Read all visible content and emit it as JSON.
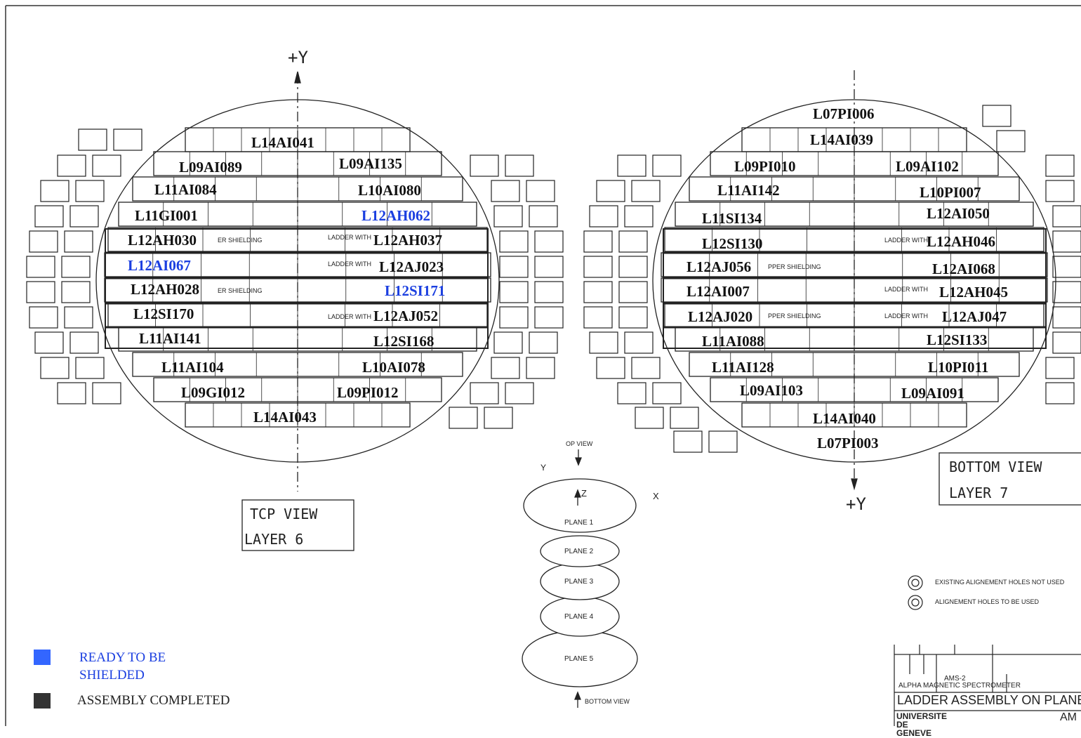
{
  "top_view": {
    "axis_y": "+Y",
    "title_line1": "TCP VIEW",
    "title_line2": "LAYER 6",
    "ladders": [
      {
        "text": "L14AI041",
        "blue": false
      },
      {
        "text": "L09AI089",
        "blue": false
      },
      {
        "text": "L09AI135",
        "blue": false
      },
      {
        "text": "L11AI084",
        "blue": false
      },
      {
        "text": "L10AI080",
        "blue": false
      },
      {
        "text": "L11GI001",
        "blue": false
      },
      {
        "text": "L12AH062",
        "blue": true
      },
      {
        "text": "L12AH030",
        "blue": false
      },
      {
        "text": "L12AH037",
        "blue": false
      },
      {
        "text": "L12AI067",
        "blue": true
      },
      {
        "text": "L12AJ023",
        "blue": false
      },
      {
        "text": "L12AH028",
        "blue": false
      },
      {
        "text": "L12SI171",
        "blue": true
      },
      {
        "text": "L12SI170",
        "blue": false
      },
      {
        "text": "L12AJ052",
        "blue": false
      },
      {
        "text": "L11AI141",
        "blue": false
      },
      {
        "text": "L12SI168",
        "blue": false
      },
      {
        "text": "L11AI104",
        "blue": false
      },
      {
        "text": "L10AI078",
        "blue": false
      },
      {
        "text": "L09GI012",
        "blue": false
      },
      {
        "text": "L09PI012",
        "blue": false
      },
      {
        "text": "L14AI043",
        "blue": false
      }
    ],
    "notes": [
      "ER SHIELDING",
      "LADDER WITH",
      "LADDER WITH",
      "ER SHIELDING",
      "LADDER WITH"
    ]
  },
  "bottom_view": {
    "axis_y": "+Y",
    "title_line1": "BOTTOM VIEW",
    "title_line2": "LAYER 7",
    "ladders": [
      {
        "text": "L07PI006",
        "blue": false
      },
      {
        "text": "L14AI039",
        "blue": false
      },
      {
        "text": "L09PI010",
        "blue": false
      },
      {
        "text": "L09AI102",
        "blue": false
      },
      {
        "text": "L11AI142",
        "blue": false
      },
      {
        "text": "L10PI007",
        "blue": false
      },
      {
        "text": "L12AI050",
        "blue": false
      },
      {
        "text": "L11SI134",
        "blue": false
      },
      {
        "text": "L12AH046",
        "blue": false
      },
      {
        "text": "L12SI130",
        "blue": false
      },
      {
        "text": "L12AI068",
        "blue": false
      },
      {
        "text": "L12AJ056",
        "blue": false
      },
      {
        "text": "L12AH045",
        "blue": false
      },
      {
        "text": "L12AI007",
        "blue": false
      },
      {
        "text": "L12AJ047",
        "blue": false
      },
      {
        "text": "L12AJ020",
        "blue": false
      },
      {
        "text": "L11AI088",
        "blue": false
      },
      {
        "text": "L12SI133",
        "blue": false
      },
      {
        "text": "L11AI128",
        "blue": false
      },
      {
        "text": "L10PI011",
        "blue": false
      },
      {
        "text": "L09AI103",
        "blue": false
      },
      {
        "text": "L09AI091",
        "blue": false
      },
      {
        "text": "L14AI040",
        "blue": false
      },
      {
        "text": "L07PI003",
        "blue": false
      }
    ],
    "notes": [
      "PPER SHIELDING",
      "LADDER WITH",
      "LADDER WITH",
      "PPER SHIELDING",
      "LADDER WITH"
    ]
  },
  "stack": {
    "top_label": "OP VIEW",
    "bottom_label": "BOTTOM VIEW",
    "axis_z": "Z",
    "axis_x": "X",
    "axis_y": "Y",
    "planes": [
      "PLANE 1",
      "PLANE 2",
      "PLANE 3",
      "PLANE 4",
      "PLANE 5"
    ]
  },
  "hole_legend": [
    "EXISTING ALIGNEMENT HOLES NOT USED",
    "ALIGNEMENT HOLES TO BE USED"
  ],
  "legend": [
    {
      "color": "#3366ff",
      "label": "READY TO BE\nSHIELDED",
      "text_color": "#1b3fe0"
    },
    {
      "color": "#333333",
      "label": "ASSEMBLY COMPLETED",
      "text_color": "#222222"
    }
  ],
  "title_block": {
    "project": "AMS-2",
    "instrument": "ALPHA MAGNETIC SPECTROMETER",
    "title": "LADDER ASSEMBLY ON PLANE",
    "institution": "UNIVERSITE DE GENEVE",
    "code": "AM"
  }
}
